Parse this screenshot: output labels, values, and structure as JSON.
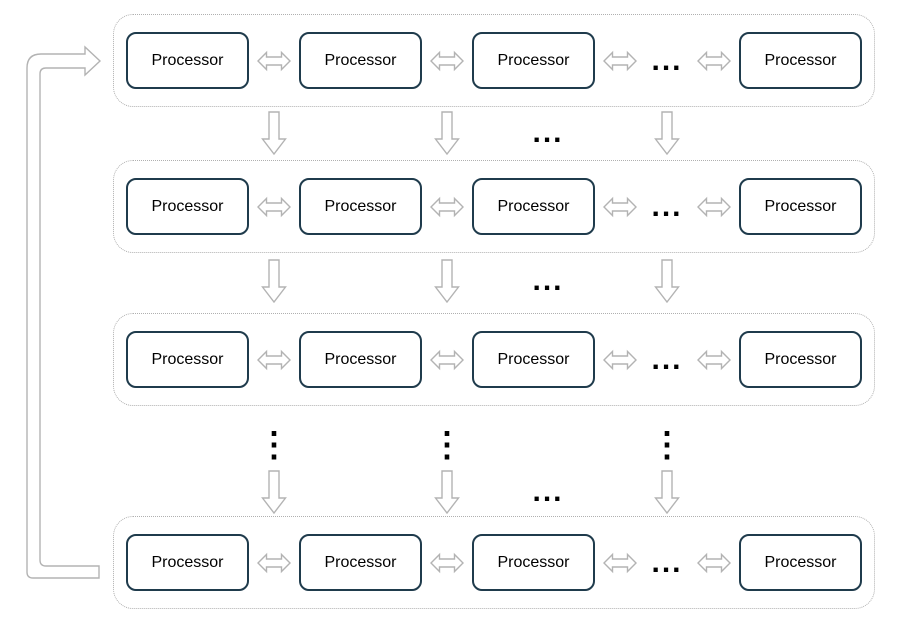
{
  "diagram": {
    "rows": [
      {
        "cells": [
          "Processor",
          "Processor",
          "Processor",
          "...",
          "Processor"
        ]
      },
      {
        "cells": [
          "Processor",
          "Processor",
          "Processor",
          "...",
          "Processor"
        ]
      },
      {
        "cells": [
          "Processor",
          "Processor",
          "Processor",
          "...",
          "Processor"
        ]
      },
      {
        "cells": [
          "Processor",
          "Processor",
          "Processor",
          "...",
          "Processor"
        ]
      }
    ],
    "gaps": {
      "horizontal_ellipsis": "...",
      "vertical_ellipsis": "⋮"
    },
    "colors": {
      "node_border": "#1f3b4c",
      "node_fill": "#ffffff",
      "container_border": "#b0b0b0",
      "arrow_outline": "#b3b3b3",
      "text": "#000000",
      "background": "#ffffff"
    }
  }
}
